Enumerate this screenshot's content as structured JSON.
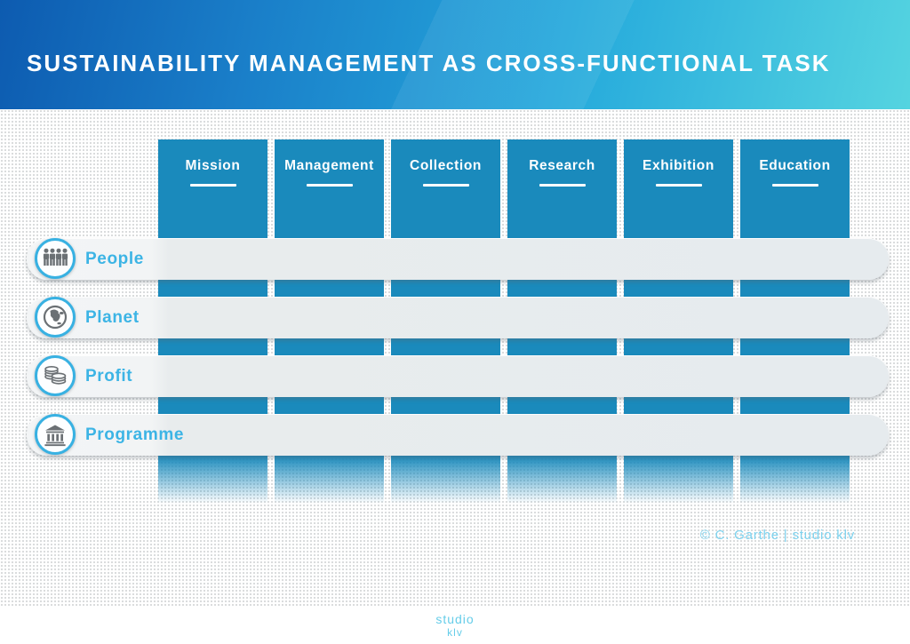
{
  "header": {
    "title": "SUSTAINABILITY MANAGEMENT AS CROSS-FUNCTIONAL TASK"
  },
  "matrix": {
    "columns": [
      {
        "label": "Mission"
      },
      {
        "label": "Management"
      },
      {
        "label": "Collection"
      },
      {
        "label": "Research"
      },
      {
        "label": "Exhibition"
      },
      {
        "label": "Education"
      }
    ],
    "rows": [
      {
        "label": "People",
        "icon": "people-icon"
      },
      {
        "label": "Planet",
        "icon": "planet-icon"
      },
      {
        "label": "Profit",
        "icon": "coins-icon"
      },
      {
        "label": "Programme",
        "icon": "bank-icon"
      }
    ]
  },
  "credit": "© C. Garthe | studio klv",
  "footer": {
    "line1": "studio",
    "line2": "klv"
  },
  "colors": {
    "column_blue": "#1a8abc",
    "accent_blue": "#3cb4e5",
    "icon_ring_blue": "#38b1e2",
    "header_gradient_start": "#0d5bb0",
    "header_gradient_end": "#55d4e0",
    "bar_gray": "#e9edef",
    "credit_blue": "#7ed3ef"
  }
}
